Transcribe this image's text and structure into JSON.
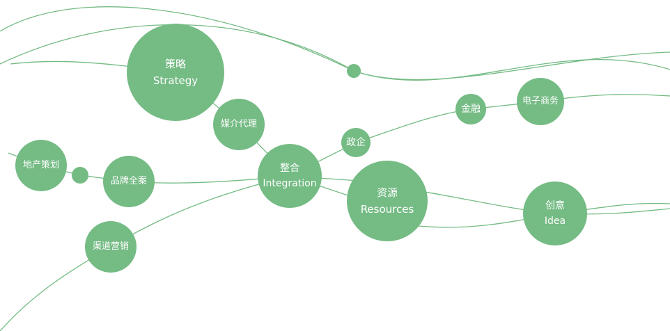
{
  "accent_color": "#74bb84",
  "nodes": {
    "strategy": {
      "zh": "策略",
      "en": "Strategy"
    },
    "media": {
      "zh": "媒介代理"
    },
    "integration": {
      "zh": "整合",
      "en": "Integration"
    },
    "government": {
      "zh": "政企"
    },
    "finance": {
      "zh": "金融"
    },
    "ecommerce": {
      "zh": "电子商务"
    },
    "resources": {
      "zh": "资源",
      "en": "Resources"
    },
    "idea": {
      "zh": "创意",
      "en": "Idea"
    },
    "realestate": {
      "zh": "地产策划"
    },
    "brand": {
      "zh": "品牌全案"
    },
    "channel": {
      "zh": "渠道营销"
    }
  }
}
